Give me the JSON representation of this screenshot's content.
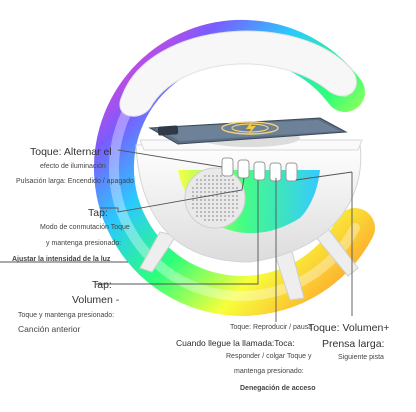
{
  "annotations": {
    "power": {
      "title": "Toque: Alternar el",
      "line2": "efecto de iluminación",
      "line3": "Pulsación larga: Encendido / apagado"
    },
    "mode": {
      "title": "Tap:",
      "line2": "Modo de conmutación Toque",
      "line3": "y mantenga presionado:",
      "line4": "Ajustar la intensidad de la luz"
    },
    "volume_down": {
      "title": "Tap:",
      "line2": "Volumen -",
      "line3": "Toque y mantenga presionado:",
      "line4": "Canción anterior"
    },
    "play": {
      "line1": "Toque: Reproducir / pausa",
      "line2": "Cuando llegue la llamada:Toca:",
      "line3": "Responder / colgar Toque y",
      "line4": "mantenga presionado:",
      "line5": "Denegación de acceso"
    },
    "volume_up": {
      "line1": "Toque: Volumen+",
      "line2": "Prensa larga:",
      "line3": "Siguiente pista"
    }
  },
  "colors": {
    "leader": "#555555",
    "device": "#f4f4f4",
    "phone": "#5b6e84"
  },
  "icons": [
    "wireless-charging-icon"
  ]
}
